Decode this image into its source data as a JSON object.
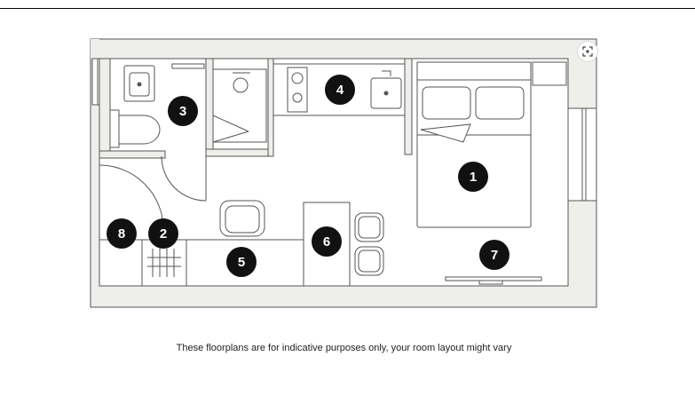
{
  "floorplan": {
    "markers": [
      {
        "id": "1",
        "label": "1"
      },
      {
        "id": "2",
        "label": "2"
      },
      {
        "id": "3",
        "label": "3"
      },
      {
        "id": "4",
        "label": "4"
      },
      {
        "id": "5",
        "label": "5"
      },
      {
        "id": "6",
        "label": "6"
      },
      {
        "id": "7",
        "label": "7"
      },
      {
        "id": "8",
        "label": "8"
      }
    ],
    "expand_icon": "expand-icon"
  },
  "footer": {
    "disclaimer": "These floorplans are for indicative purposes only, your room layout might vary"
  },
  "colors": {
    "wall": "#eeeeea",
    "wall_stroke": "#555555",
    "marker": "#111111"
  }
}
